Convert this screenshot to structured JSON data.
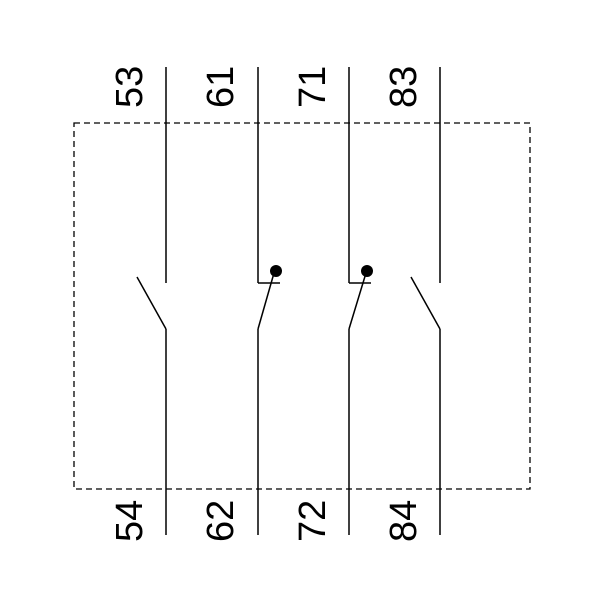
{
  "diagram": {
    "type": "auxiliary contact block schematic",
    "colors": {
      "line": "#000000",
      "background": "#ffffff",
      "box": "#000000"
    },
    "contacts": [
      {
        "id": "c1",
        "kind": "normally-open",
        "top_terminal": "53",
        "bottom_terminal": "54"
      },
      {
        "id": "c2",
        "kind": "normally-closed",
        "top_terminal": "61",
        "bottom_terminal": "62"
      },
      {
        "id": "c3",
        "kind": "normally-closed",
        "top_terminal": "71",
        "bottom_terminal": "72"
      },
      {
        "id": "c4",
        "kind": "normally-open",
        "top_terminal": "83",
        "bottom_terminal": "84"
      }
    ]
  }
}
